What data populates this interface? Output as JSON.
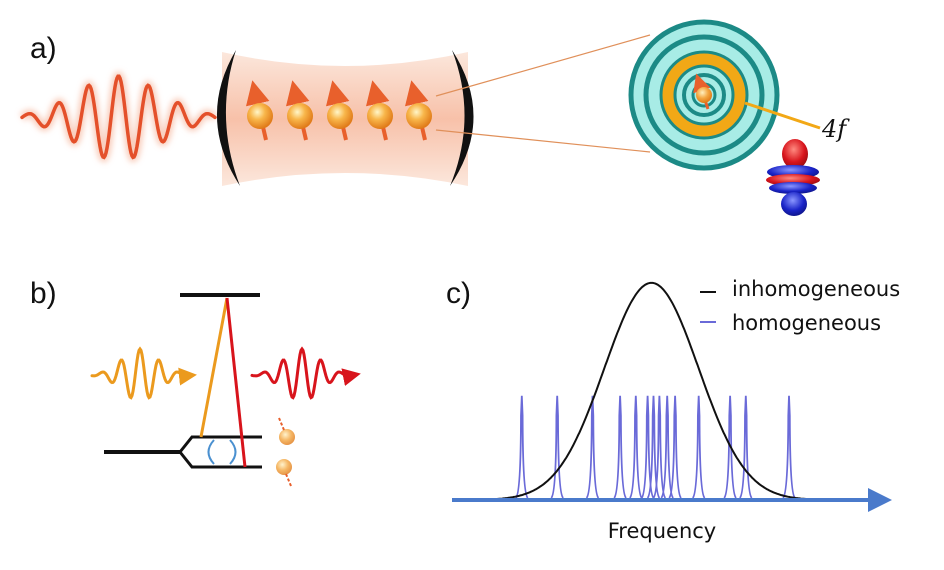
{
  "panels": {
    "a": {
      "label": "a)",
      "orbital_label": "4f"
    },
    "b": {
      "label": "b)"
    },
    "c": {
      "label": "c)",
      "xlabel": "Frequency"
    }
  },
  "legend": {
    "inhomogeneous": "inhomogeneous",
    "homogeneous": "homogeneous"
  },
  "colors": {
    "wave_red": "#e4502a",
    "cavity_fill": "#f7c4aa",
    "ion": "#f29a2e",
    "spin_arrow": "#e8602c",
    "shell_teal": "#1c8a86",
    "shell_fill": "#a8ece6",
    "shell_4f": "#f2a816",
    "orbital_red": "#d8141c",
    "orbital_blue": "#1a24c8",
    "pump_orange": "#eb9a1e",
    "emit_red": "#d8141c",
    "level_black": "#111111",
    "homogeneous_line": "#6a6ad8",
    "inhomogeneous_line": "#111111",
    "axis_blue": "#4a7acb"
  },
  "chart_data": {
    "type": "line",
    "xlabel": "Frequency",
    "series": [
      {
        "name": "inhomogeneous",
        "shape": "gaussian",
        "center": 0.5,
        "width": 0.12,
        "peak": 1.0
      },
      {
        "name": "homogeneous",
        "shape": "narrow peaks",
        "centers": [
          0.17,
          0.26,
          0.35,
          0.42,
          0.46,
          0.49,
          0.505,
          0.52,
          0.54,
          0.56,
          0.62,
          0.7,
          0.74,
          0.85
        ],
        "peak": 0.48
      }
    ],
    "xlim": [
      0,
      1
    ],
    "ylim": [
      0,
      1.05
    ],
    "grid": false,
    "legend": "top-right"
  }
}
